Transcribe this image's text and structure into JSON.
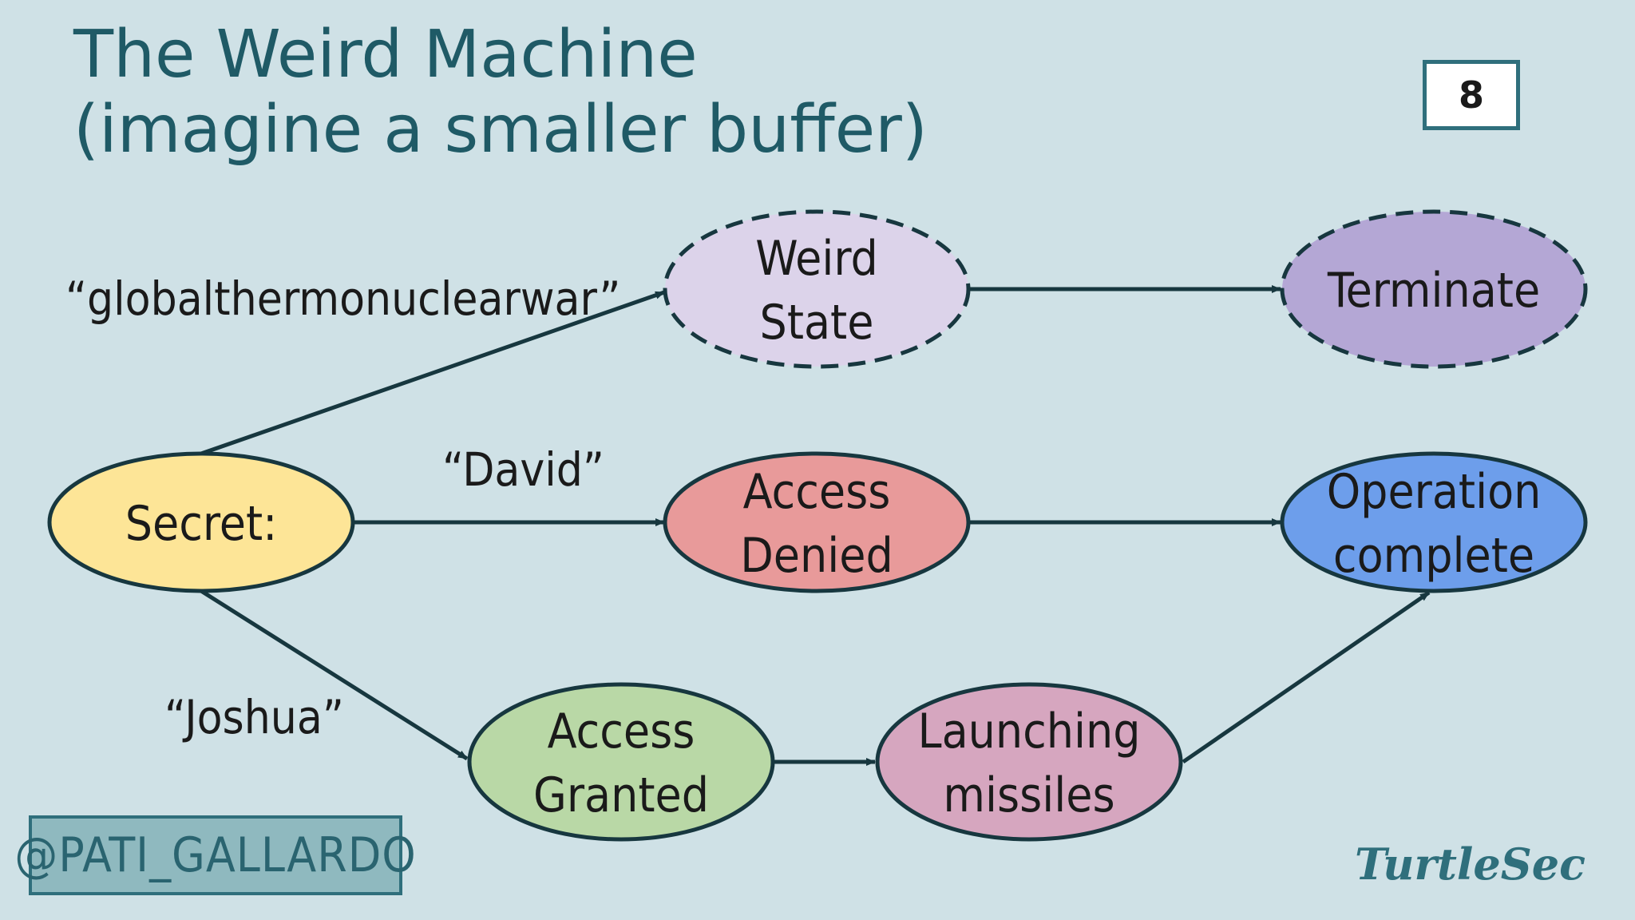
{
  "title": {
    "line1": "The Weird Machine",
    "line2": "(imagine a smaller buffer)"
  },
  "page_number": "8",
  "handle": "@PATI_GALLARDO",
  "brand": "TurtleSec",
  "colors": {
    "background": "#cfe1e6",
    "secret": "#fde597",
    "weird_state": "#dcd3ea",
    "terminate": "#b4a7d5",
    "access_denied": "#e89a9a",
    "operation_complete": "#6d9eeb",
    "access_granted": "#b9d8a6",
    "launching_missiles": "#d6a6bf",
    "stroke": "#17373f"
  },
  "nodes": {
    "secret": {
      "line1": "Secret:"
    },
    "weird_state": {
      "line1": "Weird",
      "line2": "State"
    },
    "terminate": {
      "line1": "Terminate"
    },
    "access_denied": {
      "line1": "Access",
      "line2": "Denied"
    },
    "operation_complete": {
      "line1": "Operation",
      "line2": "complete"
    },
    "access_granted": {
      "line1": "Access",
      "line2": "Granted"
    },
    "launching_missiles": {
      "line1": "Launching",
      "line2": "missiles"
    }
  },
  "edge_labels": {
    "global": "“globalthermonuclearwar”",
    "david": "“David”",
    "joshua": "“Joshua”"
  }
}
